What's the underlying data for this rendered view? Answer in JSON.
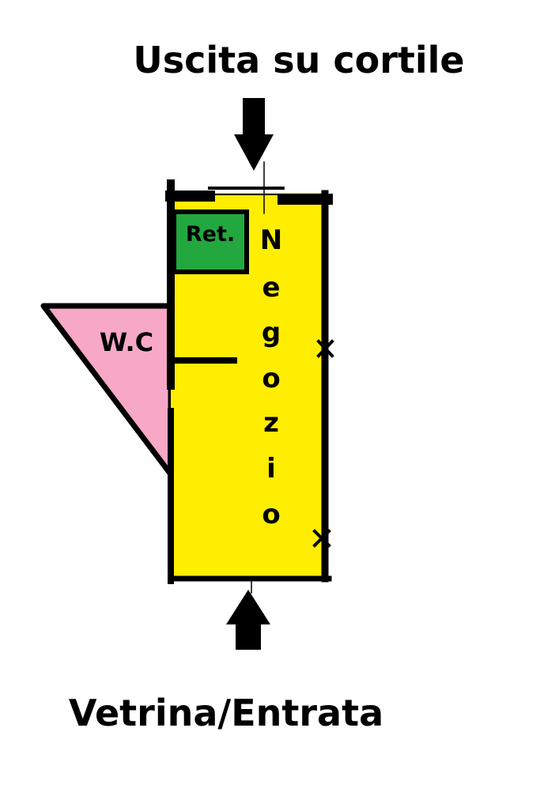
{
  "labels": {
    "top": "Uscita su cortile",
    "bottom": "Vetrina/Entrata"
  },
  "rooms": {
    "negozio": {
      "name": "Negozio",
      "letters": [
        "N",
        "e",
        "g",
        "o",
        "z",
        "i",
        "o"
      ]
    },
    "retro": {
      "name": "Ret."
    },
    "wc": {
      "name": "W.C"
    }
  },
  "colors": {
    "negozio": "#ffee00",
    "retro": "#22a83f",
    "wc": "#f7a8c6",
    "walls": "#000000"
  }
}
